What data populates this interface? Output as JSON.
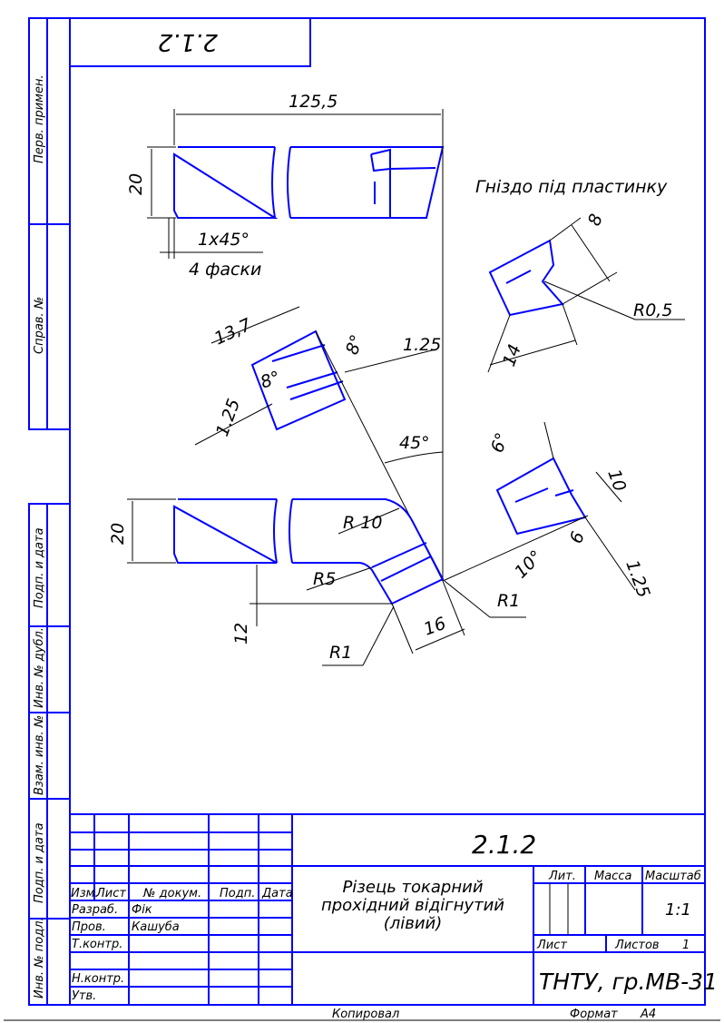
{
  "drawing_number": "2.1.2",
  "side_strip": [
    "Перв. примен.",
    "Справ. №",
    "Подп. и дата",
    "Инв. № дубл.",
    "Взам. инв. №",
    "Подп. и дата",
    "Инв. № подл."
  ],
  "annotations": {
    "length": "125,5",
    "height_top": "20",
    "chamfer": "1x45°",
    "chamfers_note": "4 фаски",
    "socket_title": "Гніздо під пластинку",
    "dim_8": "8",
    "r05": "R0,5",
    "dim_14": "14",
    "dim_137": "13,7",
    "angle_8a": "8°",
    "angle_8b": "8°",
    "rough_125a": "1.25",
    "rough_125b": "1.25",
    "rough_125c": "1.25",
    "angle_45": "45°",
    "angle_6": "6°",
    "dim_10": "10",
    "dim_6": "6",
    "angle_10": "10°",
    "height_bottom": "20",
    "r10": "R 10",
    "r5": "R5",
    "r1a": "R1",
    "r1b": "R1",
    "dim_12": "12",
    "dim_16": "16"
  },
  "title_block": {
    "number": "2.1.2",
    "name_lines": [
      "Різець токарний",
      "прохідний відігнутий",
      "(лівий)"
    ],
    "headers": {
      "izm": "Изм.",
      "list": "Лист",
      "doc": "№ докум.",
      "sign": "Подп.",
      "date": "Дата"
    },
    "roles": [
      {
        "role": "Разраб.",
        "name": "Фік"
      },
      {
        "role": "Пров.",
        "name": "Кашуба"
      },
      {
        "role": "Т.контр.",
        "name": ""
      },
      {
        "role": "",
        "name": ""
      },
      {
        "role": "Н.контр.",
        "name": ""
      },
      {
        "role": "Утв.",
        "name": ""
      }
    ],
    "lit_label": "Лит.",
    "mass_label": "Масса",
    "scale_label": "Масштаб",
    "scale_value": "1:1",
    "sheet_label": "Лист",
    "sheets_label": "Листов",
    "sheets_value": "1",
    "organization": "ТНТУ, гр.МВ-31",
    "copied": "Копировал",
    "format_label": "Формат",
    "format_value": "А4"
  }
}
